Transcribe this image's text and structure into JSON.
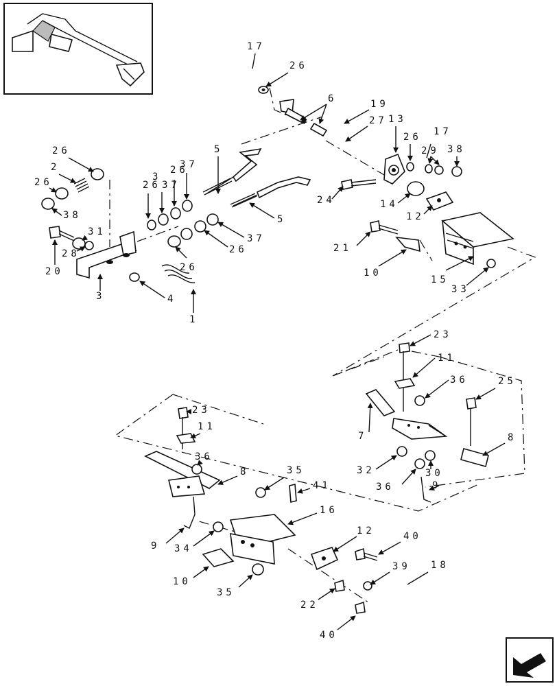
{
  "callouts": {
    "c1": "1",
    "c2": "2",
    "c3": "3",
    "c4": "4",
    "c5a": "5",
    "c5b": "5",
    "c6": "6",
    "c7": "7",
    "c8a": "8",
    "c8b": "8",
    "c9a": "9",
    "c9b": "9",
    "c10a": "10",
    "c10b": "10",
    "c11a": "11",
    "c11b": "11",
    "c12a": "12",
    "c12b": "12",
    "c13": "13",
    "c14": "14",
    "c15": "15",
    "c16": "16",
    "c17a": "17",
    "c17b": "17",
    "c18": "18",
    "c19": "19",
    "c20": "20",
    "c21": "21",
    "c22": "22",
    "c23a": "23",
    "c23b": "23",
    "c24": "24",
    "c25": "25",
    "c26a": "26",
    "c26b": "26",
    "c26c": "26",
    "c26d": "26",
    "c26e": "26",
    "c26f": "26",
    "c26g": "26",
    "c26h": "26",
    "c27": "27",
    "c28": "28",
    "c29": "29",
    "c30": "30",
    "c31": "31",
    "c32": "32",
    "c33": "33",
    "c34": "34",
    "c35a": "35",
    "c35b": "35",
    "c36a": "36",
    "c36b": "36",
    "c36c": "36",
    "c37a": "37",
    "c37b": "37",
    "c37c": "37",
    "c38a": "38",
    "c38b": "38",
    "c39": "39",
    "c40a": "40",
    "c40b": "40",
    "c41": "41"
  },
  "icons": {
    "thumbnail": "machine-location-thumbnail",
    "nav": "previous-page-arrow-icon"
  }
}
